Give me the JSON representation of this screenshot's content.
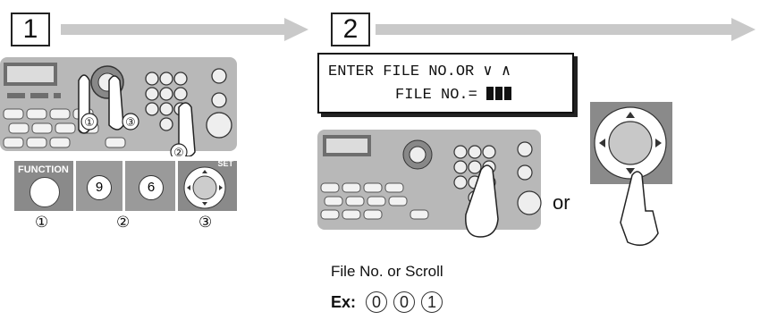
{
  "steps": {
    "first": "1",
    "second": "2"
  },
  "lcd": {
    "line1": "ENTER FILE NO.OR ∨ ∧",
    "line2": "FILE NO.="
  },
  "step1": {
    "function_label": "FUNCTION",
    "key_9": "9",
    "key_6": "6",
    "set_label": "SET",
    "callouts": [
      "①",
      "②",
      "③"
    ]
  },
  "step2": {
    "or_label": "or",
    "caption": "File No. or Scroll",
    "example_label": "Ex:",
    "example_digits": [
      "0",
      "0",
      "1"
    ]
  },
  "colors": {
    "arrow": "#c9c9c9",
    "panel": "#b8b8b8",
    "key_dark": "#6e6e6e"
  }
}
